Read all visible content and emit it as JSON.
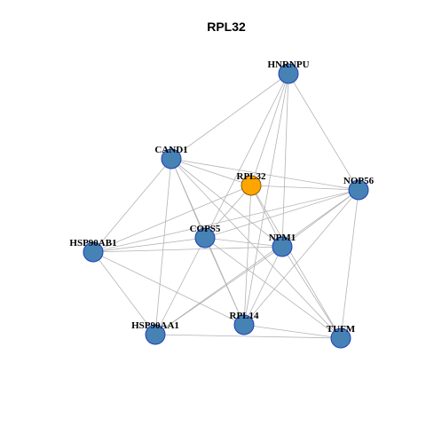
{
  "title": "RPL32",
  "colors": {
    "node_fill": "#4682b4",
    "node_stroke": "#1f3fbf",
    "center_fill": "#ffa500",
    "center_stroke": "#8a5a00",
    "edge": "#b3b3b3"
  },
  "nodes": [
    {
      "id": "HNRNPU",
      "label": "HNRNPU",
      "center": false
    },
    {
      "id": "CAND1",
      "label": "CAND1",
      "center": false
    },
    {
      "id": "RPL32",
      "label": "RPL32",
      "center": true
    },
    {
      "id": "NOP56",
      "label": "NOP56",
      "center": false
    },
    {
      "id": "HSP90AB1",
      "label": "HSP90AB1",
      "center": false
    },
    {
      "id": "COPS5",
      "label": "COPS5",
      "center": false
    },
    {
      "id": "NPM1",
      "label": "NPM1",
      "center": false
    },
    {
      "id": "HSP90AA1",
      "label": "HSP90AA1",
      "center": false
    },
    {
      "id": "RPL14",
      "label": "RPL14",
      "center": false
    },
    {
      "id": "TUFM",
      "label": "TUFM",
      "center": false
    }
  ],
  "edges": [
    [
      "HNRNPU",
      "CAND1"
    ],
    [
      "HNRNPU",
      "RPL32"
    ],
    [
      "HNRNPU",
      "NOP56"
    ],
    [
      "HNRNPU",
      "COPS5"
    ],
    [
      "HNRNPU",
      "NPM1"
    ],
    [
      "HNRNPU",
      "RPL14"
    ],
    [
      "CAND1",
      "RPL32"
    ],
    [
      "CAND1",
      "NOP56"
    ],
    [
      "CAND1",
      "HSP90AB1"
    ],
    [
      "CAND1",
      "COPS5"
    ],
    [
      "CAND1",
      "NPM1"
    ],
    [
      "CAND1",
      "HSP90AA1"
    ],
    [
      "CAND1",
      "RPL14"
    ],
    [
      "CAND1",
      "TUFM"
    ],
    [
      "RPL32",
      "NOP56"
    ],
    [
      "RPL32",
      "COPS5"
    ],
    [
      "RPL32",
      "NPM1"
    ],
    [
      "RPL32",
      "RPL14"
    ],
    [
      "RPL32",
      "TUFM"
    ],
    [
      "RPL32",
      "HSP90AB1"
    ],
    [
      "NOP56",
      "HSP90AB1"
    ],
    [
      "NOP56",
      "COPS5"
    ],
    [
      "NOP56",
      "NPM1"
    ],
    [
      "NOP56",
      "RPL14"
    ],
    [
      "NOP56",
      "TUFM"
    ],
    [
      "NOP56",
      "HSP90AA1"
    ],
    [
      "HSP90AB1",
      "COPS5"
    ],
    [
      "HSP90AB1",
      "NPM1"
    ],
    [
      "HSP90AB1",
      "HSP90AA1"
    ],
    [
      "HSP90AB1",
      "RPL14"
    ],
    [
      "COPS5",
      "NPM1"
    ],
    [
      "COPS5",
      "HSP90AA1"
    ],
    [
      "COPS5",
      "RPL14"
    ],
    [
      "COPS5",
      "TUFM"
    ],
    [
      "NPM1",
      "HSP90AA1"
    ],
    [
      "NPM1",
      "RPL14"
    ],
    [
      "NPM1",
      "TUFM"
    ],
    [
      "HSP90AA1",
      "TUFM"
    ],
    [
      "RPL14",
      "TUFM"
    ]
  ]
}
